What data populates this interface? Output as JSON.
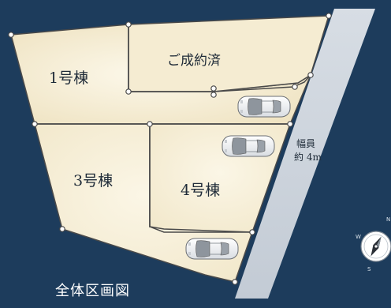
{
  "lots": {
    "lot1": "1号棟",
    "sold": "ご成約済",
    "lot3": "3号棟",
    "lot4": "4号棟"
  },
  "road": {
    "width_line1": "幅員",
    "width_line2": "約 4m"
  },
  "title": "全体区画図",
  "compass": {
    "north": "N",
    "south": "S",
    "west": "W"
  },
  "colors": {
    "background": "#1d3c5c",
    "lot_fill": "#f1e7c9",
    "lot_fill_highlight": "#fbf6e6",
    "road_fill": "#cfd6de",
    "boundary_line": "#4a4a4a",
    "title_text": "#ffffff"
  },
  "icons": [
    "car-icon",
    "compass-icon"
  ]
}
